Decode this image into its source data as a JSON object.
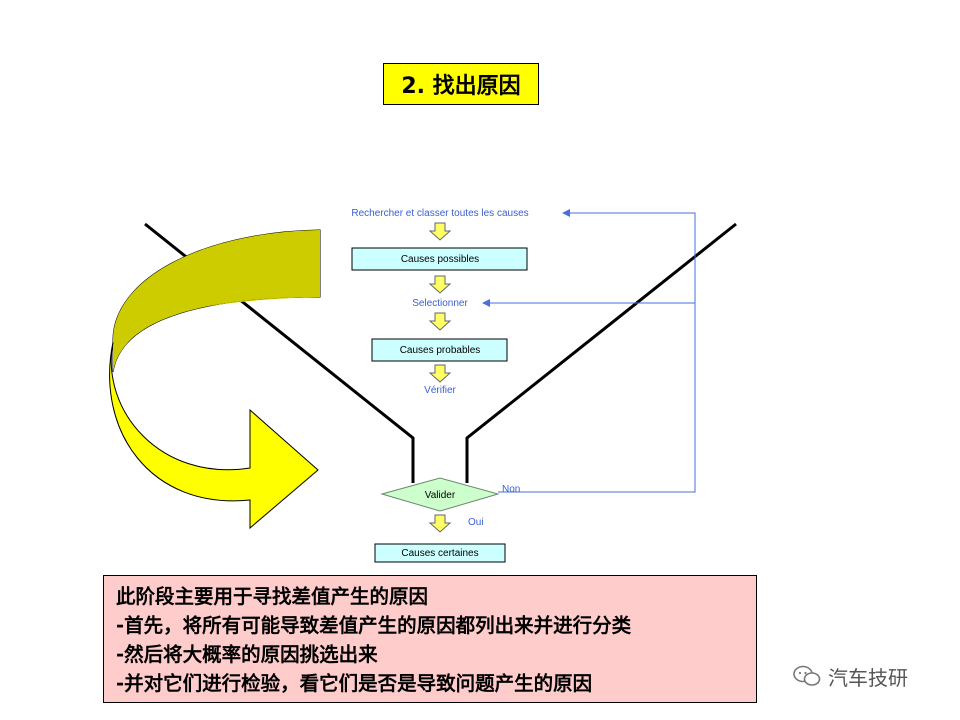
{
  "title": "2. 找出原因",
  "flow": {
    "step1": "Rechercher et classer toutes les causes",
    "box1": "Causes possibles",
    "step2": "Selectionner",
    "box2": "Causes probables",
    "step3": "Vérifier",
    "decision": "Valider",
    "no_label": "Non",
    "yes_label": "Oui",
    "box3": "Causes certaines"
  },
  "note": {
    "lines": [
      "此阶段主要用于寻找差值产生的原因",
      "-首先，将所有可能导致差值产生的原因都列出来并进行分类",
      "-然后将大概率的原因挑选出来",
      "-并对它们进行检验，看它们是否是导致问题产生的原因"
    ]
  },
  "watermark": "汽车技研",
  "colors": {
    "title_bg": "#ffff00",
    "box_fill": "#ccffff",
    "diamond_fill": "#ccffcc",
    "note_bg": "#ffcccc",
    "flow_text": "#3a5fcf",
    "arrow_fill": "#ffff00",
    "arrow_dark": "#cccc00"
  }
}
